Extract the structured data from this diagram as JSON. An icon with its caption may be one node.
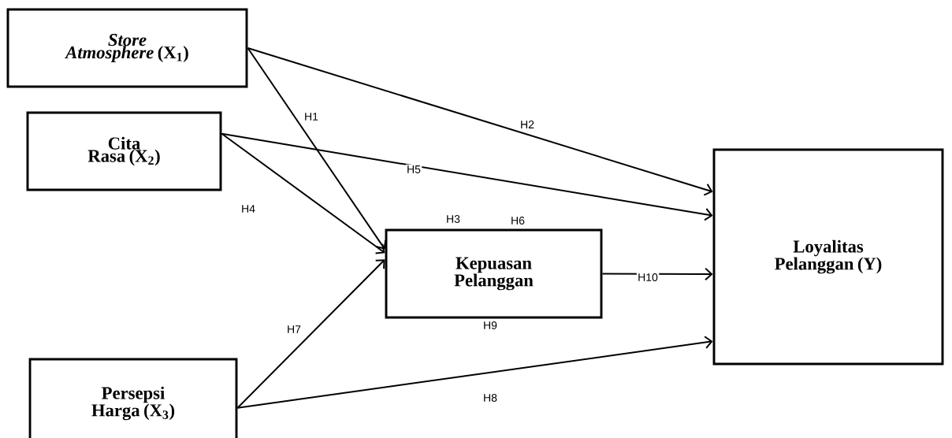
{
  "diagram": {
    "nodes": [
      {
        "text": [
          "*Store Atmosphere* (X$_{1}$)"
        ]
      },
      {
        "text": [
          "Cita Rasa (X$_{2}$)"
        ]
      },
      {
        "text": [
          "Persepsi Harga (X$_{3}$)"
        ]
      },
      {
        "text": [
          "Kepuasan Pelanggan"
        ]
      },
      {
        "text": [
          "Loyalitas Pelanggan (Y)"
        ]
      }
    ],
    "edges": [
      {
        "from": 0,
        "to": 3,
        "arrow": "to",
        "label": "H1"
      },
      {
        "from": 0,
        "to": 4,
        "arrow": "to",
        "label": "H2"
      },
      {
        "from": 1,
        "to": 4,
        "arrow": "to",
        "label": "H5"
      },
      {
        "from": 1,
        "to": 3,
        "arrow": "to",
        "label": "H4"
      },
      {
        "from": 3,
        "to": 4,
        "arrow": "to",
        "label": "H10"
      },
      {
        "from": 2,
        "to": 3,
        "arrow": "to",
        "label": "H7"
      },
      {
        "from": 2,
        "to": 4,
        "arrow": "to",
        "label": "H8"
      }
    ],
    "labels": [
      "H3",
      "H6",
      "H9"
    ]
  }
}
